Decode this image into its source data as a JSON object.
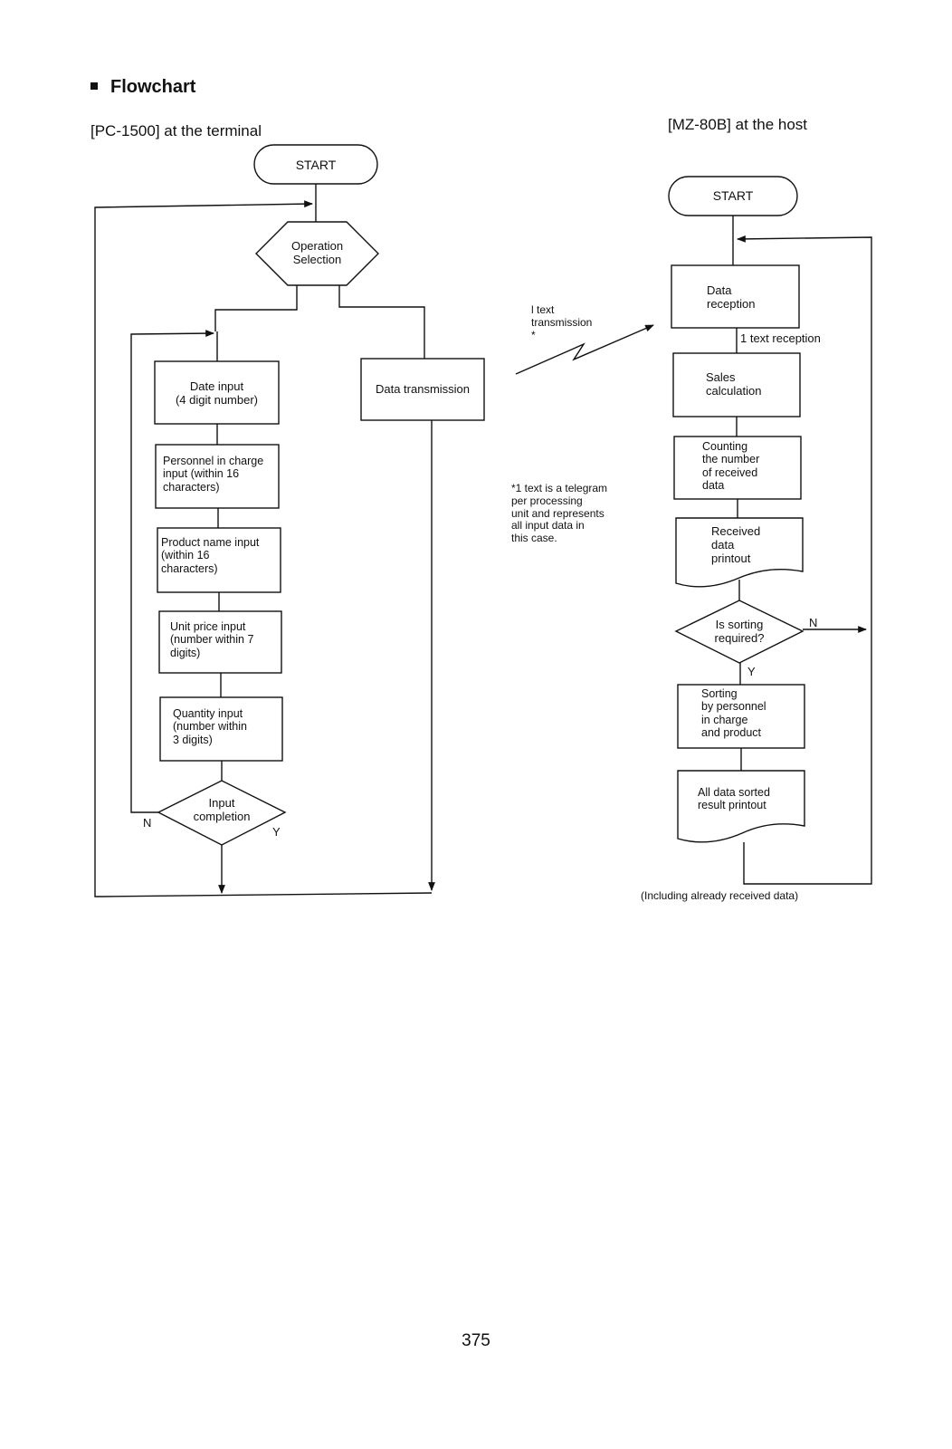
{
  "heading": "Flowchart",
  "left_title": "[PC-1500] at the terminal",
  "right_title": "[MZ-80B] at the host",
  "left": {
    "start": "START",
    "operation_selection": "Operation\nSelection",
    "date_input": "Date input\n(4 digit number)",
    "personnel_input": "Personnel in charge\ninput (within 16\ncharacters)",
    "product_input": "Product name input\n(within 16\ncharacters)",
    "unit_price_input": "Unit price input\n(number within 7\ndigits)",
    "quantity_input": "Quantity input\n(number within\n3 digits)",
    "input_completion": "Input\ncompletion",
    "data_transmission": "Data transmission",
    "n_label": "N",
    "y_label": "Y"
  },
  "link": {
    "label": "l text\ntransmission\n*",
    "footnote": "*1 text is a telegram\nper processing\nunit and represents\nall input data in\nthis case."
  },
  "right": {
    "start": "START",
    "data_reception": "Data\nreception",
    "text_reception": "1 text reception",
    "sales_calculation": "Sales\ncalculation",
    "counting": "Counting\nthe number\nof received\ndata",
    "received_printout": "Received\ndata\nprintout",
    "sorting_question": "Is sorting\nrequired?",
    "n_label": "N",
    "y_label": "Y",
    "sorting": "Sorting\nby personnel\nin charge\nand product",
    "sorted_printout": "All data sorted\nresult printout",
    "loop_note": "(Including already received data)"
  },
  "page_number": "375"
}
